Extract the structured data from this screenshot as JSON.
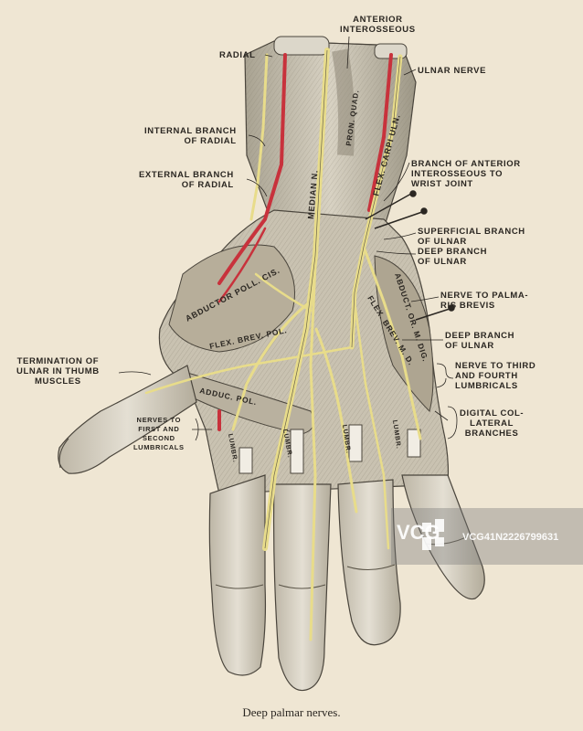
{
  "labels": {
    "anterior_interosseous": "ANTERIOR\nINTEROSSEOUS",
    "radial": "RADIAL",
    "ulnar_nerve": "ULNAR NERVE",
    "internal_branch_radial": "INTERNAL BRANCH\nOF RADIAL",
    "external_branch_radial": "EXTERNAL BRANCH\nOF RADIAL",
    "branch_anterior_interosseous": "BRANCH OF ANTERIOR\nINTEROSSEOUS TO\nWRIST JOINT",
    "superficial_branch_ulnar": "SUPERFICIAL BRANCH\nOF ULNAR",
    "deep_branch_ulnar_upper": "DEEP BRANCH\nOF ULNAR",
    "nerve_to_palmaris_brevis": "NERVE TO PALMA-\nRIS BREVIS",
    "deep_branch_ulnar_lower": "DEEP BRANCH\nOF ULNAR",
    "nerve_to_third_fourth": "NERVE TO THIRD\nAND FOURTH\nLUMBRICALS",
    "termination_ulnar_thumb": "TERMINATION OF\nULNAR IN THUMB\nMUSCLES",
    "nerves_first_second": "NERVES TO\nFIRST AND\nSECOND\nLUMBRICALS",
    "digital_collateral": "DIGITAL COL-\nLATERAL\nBRANCHES"
  },
  "muscles": {
    "median": "MEDIAN N.",
    "flex_carpi_uln": "FLEX. CARPI ULN.",
    "pron_quad": "PRON. QUAD.",
    "abductor_poll": "ABDUCTOR POLL. CIS.",
    "flex_brev_poll": "FLEX. BREV. POL.",
    "adduc_pol": "ADDUC. POL.",
    "abduct_or_m_dig": "ABDUCT. OR. M. DIG.",
    "flex_brev_m_d": "FLEX. BREV. M. D.",
    "lumbr": "LUMBR."
  },
  "caption": "Deep palmar nerves.",
  "watermark": {
    "logo": "VCG",
    "id": "VCG41N2226799631"
  },
  "colors": {
    "paper": "#efe6d3",
    "nerve": "#e8dc8a",
    "artery": "#c8323c",
    "skin": "#d4cebf",
    "ink": "#2b2722"
  }
}
